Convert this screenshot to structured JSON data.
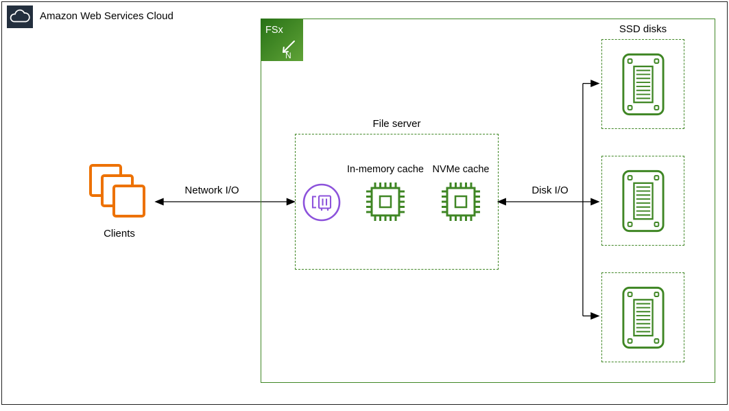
{
  "labels": {
    "aws_cloud": "Amazon Web Services Cloud",
    "fsx_logo": "FSx",
    "fsx_glyph": "N",
    "ssd_disks": "SSD disks",
    "file_server": "File server",
    "in_memory_cache": "In-memory cache",
    "nvme_cache": "NVMe cache",
    "clients": "Clients",
    "network_io": "Network I/O",
    "disk_io": "Disk I/O"
  },
  "icons": [
    {
      "name": "aws-cloud-icon",
      "glyph": "white cloud outline on dark navy square"
    },
    {
      "name": "fsx-service-icon",
      "glyph": "green gradient square with FSx logo and N arrow"
    },
    {
      "name": "clients-icon",
      "glyph": "three overlapping orange squares"
    },
    {
      "name": "network-interface-icon",
      "glyph": "purple circle with network card"
    },
    {
      "name": "in-memory-cache-icon",
      "glyph": "green processor chip"
    },
    {
      "name": "nvme-cache-icon",
      "glyph": "green processor chip"
    },
    {
      "name": "ssd-disk-icon",
      "glyph": "green disk drive with corner screws"
    }
  ],
  "colors": {
    "aws_dark": "#232F3E",
    "diagram_green": "#3F8624",
    "fsx_gradient_start": "#277116",
    "fsx_gradient_end": "#60A337",
    "purple": "#8C52DB",
    "orange": "#ED7100",
    "connector": "#000000",
    "text": "#000000",
    "background": "#FFFFFF"
  },
  "structure": {
    "ssd_disk_count": 3,
    "arrows": [
      {
        "name": "network-io-arrow",
        "type": "double-headed",
        "from": "clients",
        "to": "file-server"
      },
      {
        "name": "disk-io-arrow",
        "type": "double-headed",
        "from": "file-server",
        "to": "ssd-disks"
      },
      {
        "name": "disk-fanout",
        "type": "branch",
        "targets": [
          "ssd-disk-1",
          "ssd-disk-2",
          "ssd-disk-3"
        ]
      }
    ]
  }
}
